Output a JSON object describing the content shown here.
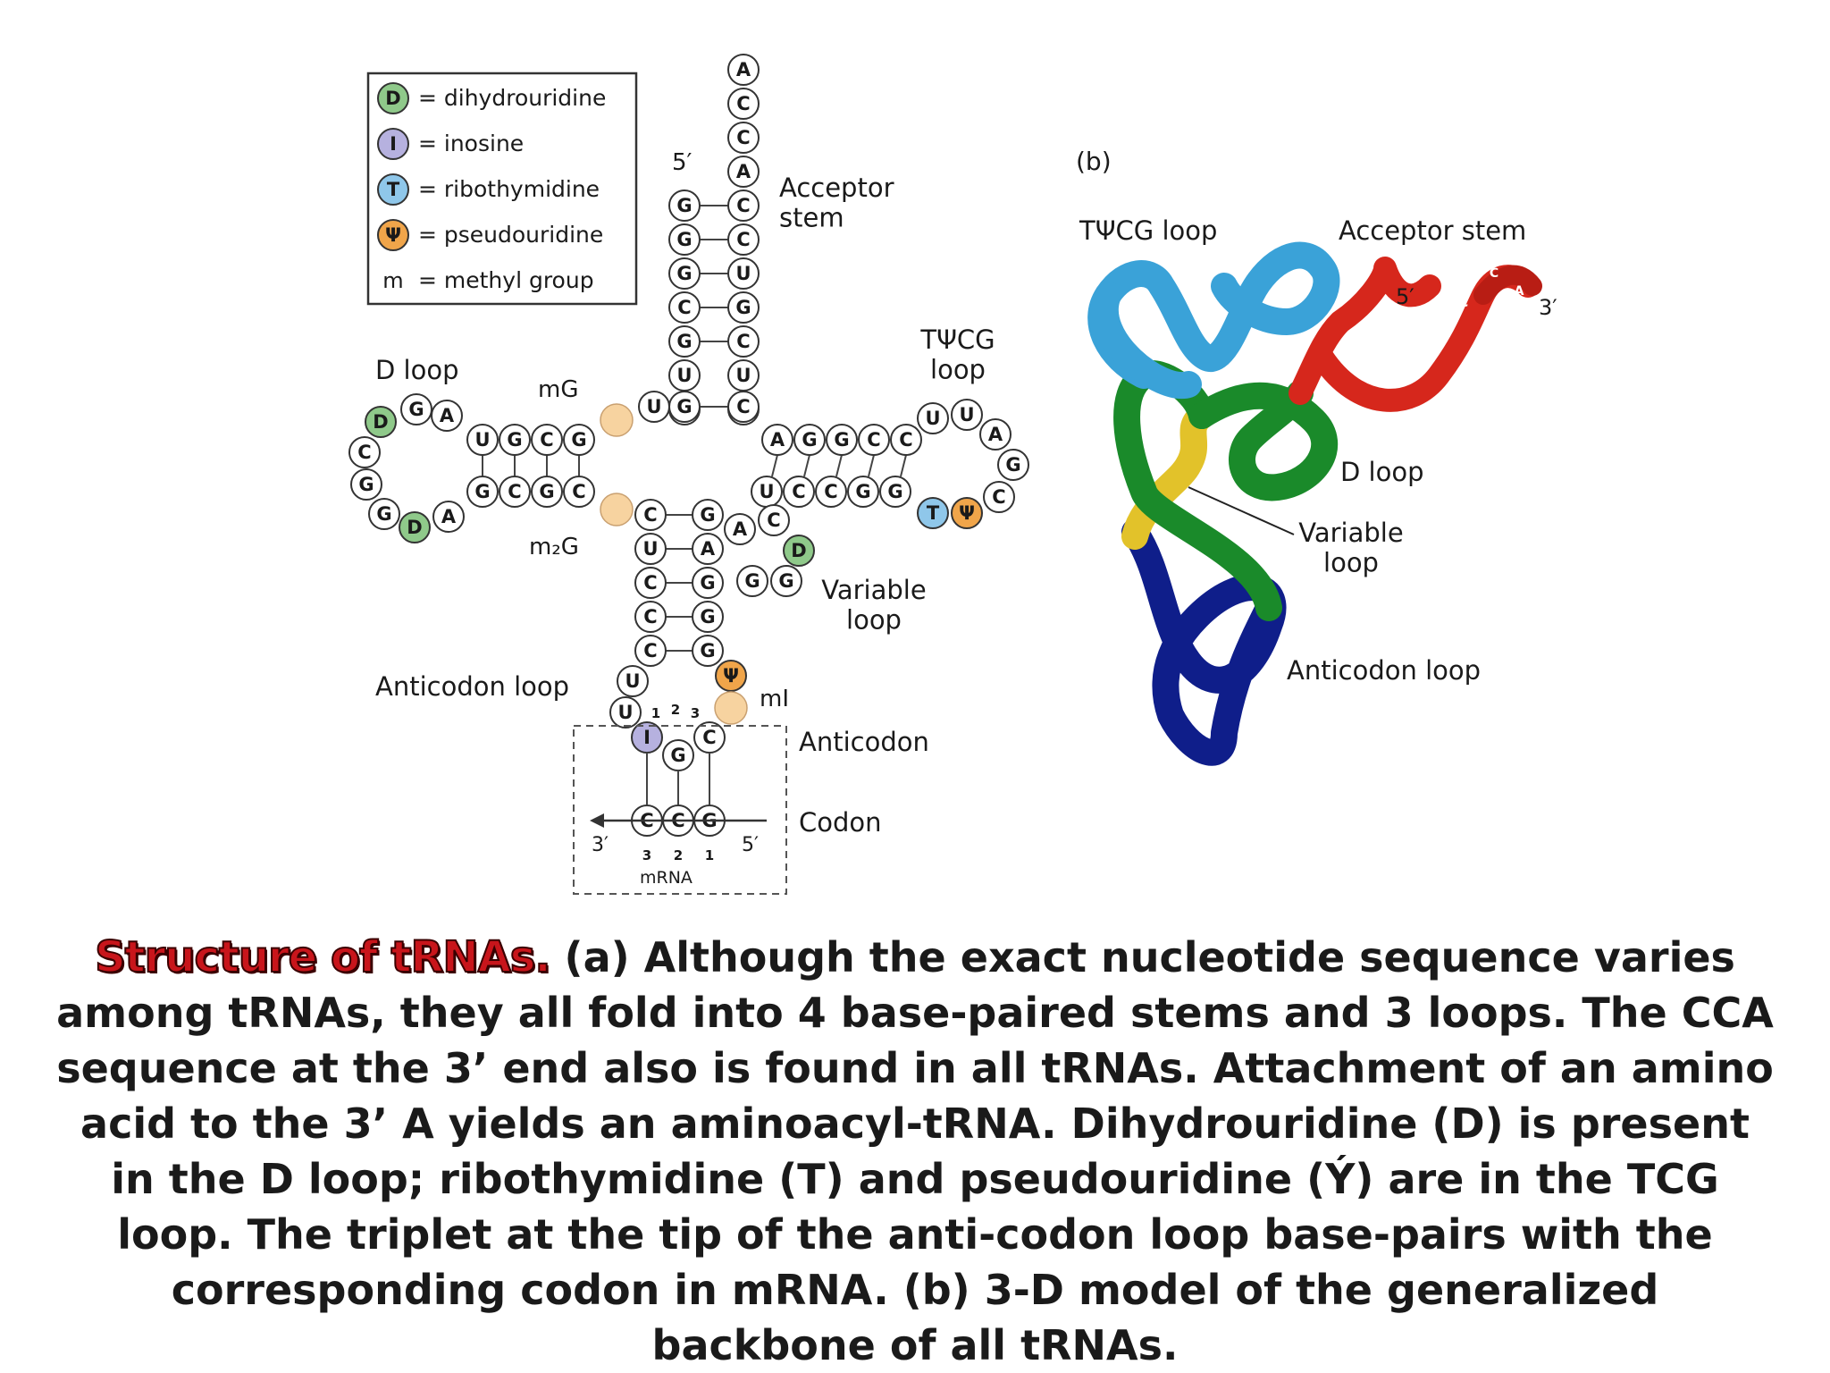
{
  "legend": {
    "items": [
      {
        "symbol": "D",
        "text": "= dihydrouridine",
        "color": "#8fc98a"
      },
      {
        "symbol": "I",
        "text": "= inosine",
        "color": "#b6b1df"
      },
      {
        "symbol": "T",
        "text": "= ribothymidine",
        "color": "#8fc7ea"
      },
      {
        "symbol": "Ψ",
        "text": "= pseudouridine",
        "color": "#f0a54a"
      },
      {
        "symbol": "m",
        "text": "= methyl group",
        "color": ""
      }
    ]
  },
  "panel_a": {
    "acceptor_tail": [
      "A",
      "C",
      "C",
      "A"
    ],
    "acceptor_5prime": [
      "G",
      "G",
      "G",
      "C",
      "G",
      "U",
      "U"
    ],
    "acceptor_3prime": [
      "C",
      "C",
      "U",
      "G",
      "C",
      "U",
      "C"
    ],
    "d_stem_top": [
      "U",
      "G",
      "C",
      "G"
    ],
    "d_stem_bottom": [
      "G",
      "C",
      "G",
      "C"
    ],
    "d_loop": [
      "A",
      "G",
      "D",
      "C",
      "G",
      "G",
      "D",
      "A"
    ],
    "t_stem_top": [
      "A",
      "G",
      "G",
      "C",
      "C"
    ],
    "t_stem_bottom": [
      "U",
      "C",
      "C",
      "G",
      "G"
    ],
    "t_loop": [
      "U",
      "U",
      "A",
      "G",
      "C",
      "Ψ",
      "T"
    ],
    "anticodon_stem_left": [
      "C",
      "U",
      "C",
      "C",
      "C"
    ],
    "anticodon_stem_right": [
      "G",
      "A",
      "G",
      "G",
      "G"
    ],
    "variable_loop": [
      "A",
      "C",
      "D",
      "G",
      "G"
    ],
    "anticodon_loop_left": [
      "U",
      "U"
    ],
    "anticodon": [
      "I",
      "G",
      "C"
    ],
    "anticodon_numbers": [
      "1",
      "2",
      "3"
    ],
    "codon": [
      "C",
      "C",
      "G"
    ],
    "codon_numbers": [
      "3",
      "2",
      "1"
    ],
    "junction_base": [
      "U",
      "G",
      "C"
    ],
    "labels": {
      "five_prime": "5′",
      "acceptor_stem": "Acceptor\nstem",
      "t_loop": "TΨCG\nloop",
      "d_loop": "D loop",
      "mG": "mG",
      "m2G": "m₂G",
      "variable_loop": "Variable\nloop",
      "anticodon_loop": "Anticodon loop",
      "mI": "mI",
      "anticodon": "Anticodon",
      "codon": "Codon",
      "mrna": "mRNA",
      "mrna_3prime": "3′",
      "mrna_5prime": "5′"
    }
  },
  "panel_b": {
    "tag": "(b)",
    "labels": {
      "t_loop": "TΨCG loop",
      "acceptor_stem": "Acceptor stem",
      "five_prime": "5′",
      "three_prime": "3′",
      "cca": [
        "C",
        "C",
        "A"
      ],
      "d_loop": "D loop",
      "variable_loop": "Variable\nloop",
      "anticodon_loop": "Anticodon loop"
    },
    "colors": {
      "t_loop": "#3aa2d8",
      "acceptor": "#d6271c",
      "d_loop": "#1a8a2a",
      "variable": "#e2c22a",
      "anticodon": "#0f1e8a"
    }
  },
  "caption": {
    "title": "Structure of tRNAs.",
    "body": " (a) Although the exact nucleotide sequence varies among tRNAs, they all fold into 4 base-paired stems and 3 loops. The CCA sequence at the 3’ end also is found in all tRNAs. Attachment of an amino acid to the 3’ A yields an aminoacyl-tRNA. Dihydrouridine (D) is present in the D loop; ribothymidine (T) and pseudouridine (Ý) are in the TCG loop. The triplet at the tip of the anti-codon loop base-pairs with the corresponding codon in mRNA. (b) 3-D model of the generalized backbone of all tRNAs."
  }
}
